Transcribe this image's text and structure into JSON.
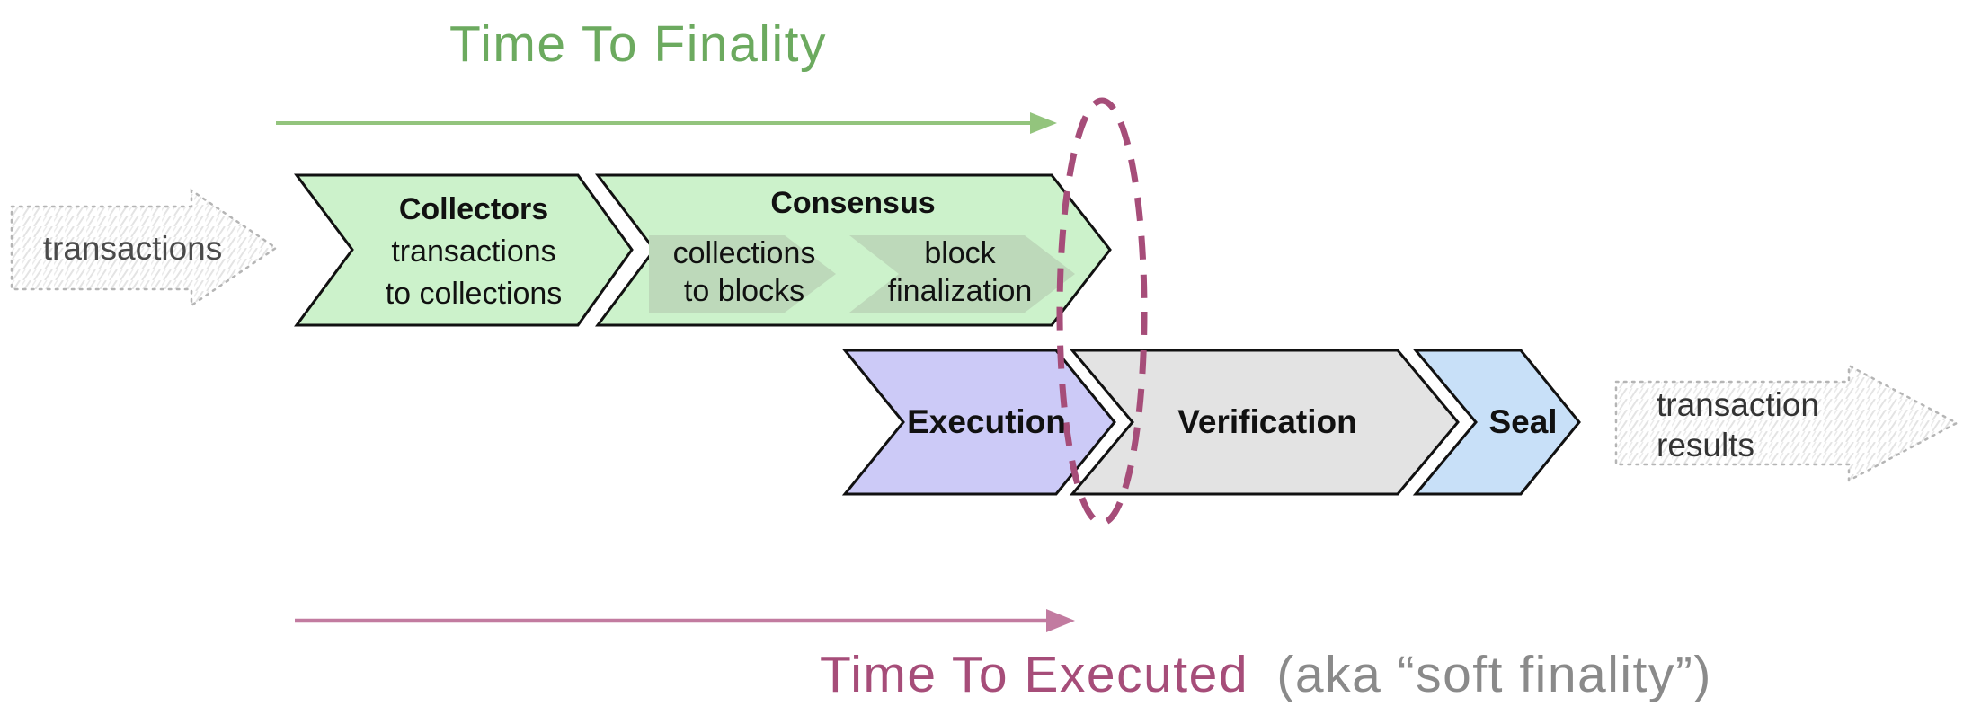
{
  "titles": {
    "top": "Time To Finality",
    "bottom_primary": "Time To Executed",
    "bottom_secondary": "(aka “soft finality”)"
  },
  "io": {
    "input_label": "transactions",
    "output_line1": "transaction",
    "output_line2": "results"
  },
  "stages": {
    "collectors": {
      "title": "Collectors",
      "line1": "transactions",
      "line2": "to collections"
    },
    "consensus": {
      "title": "Consensus",
      "sub1_line1": "collections",
      "sub1_line2": "to blocks",
      "sub2_line1": "block",
      "sub2_line2": "finalization"
    },
    "execution": {
      "title": "Execution"
    },
    "verification": {
      "title": "Verification"
    },
    "seal": {
      "title": "Seal"
    }
  },
  "colors": {
    "title_green": "#6caa5f",
    "arrow_green": "#93c47d",
    "stage_green": "#ccf2cb",
    "stage_green_sub": "#bdd9ba",
    "stage_purple": "#cccaf7",
    "stage_gray": "#e3e3e3",
    "stage_blue": "#c8e0f8",
    "outline_black": "#111111",
    "ellipse_maroon": "#a64d79",
    "arrow_pink": "#c27ba0",
    "title_maroon": "#a64d79",
    "subtitle_gray": "#8a8a8a",
    "sketch_text_gray": "#4a4a4a",
    "sketch_border_gray": "#b5b5b5",
    "sketch_hatch_gray": "#e4e4e4"
  }
}
